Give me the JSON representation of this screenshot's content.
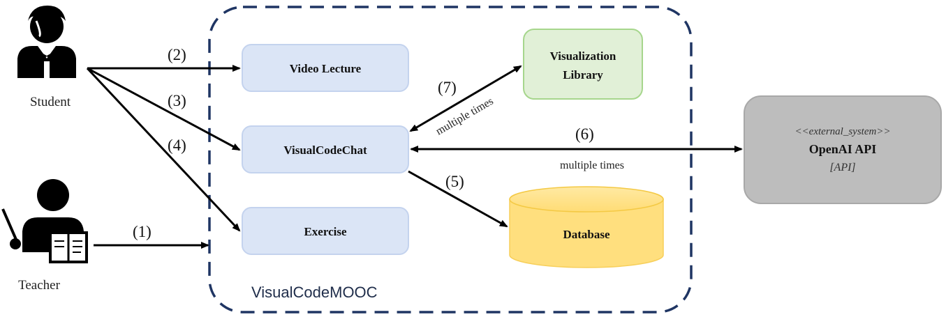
{
  "actors": {
    "student": {
      "label": "Student",
      "icon": "student-icon"
    },
    "teacher": {
      "label": "Teacher",
      "icon": "teacher-icon"
    }
  },
  "system": {
    "label": "VisualCodeMOOC",
    "border_color": "#1f3563"
  },
  "components": {
    "video_lecture": {
      "label": "Video Lecture",
      "color": "#dbe5f6"
    },
    "visualcodechat": {
      "label": "VisualCodeChat",
      "color": "#dbe5f6"
    },
    "exercise": {
      "label": "Exercise",
      "color": "#dbe5f6"
    },
    "visualization_library": {
      "line1": "Visualization",
      "line2": "Library",
      "color": "#e1f0d7"
    },
    "database": {
      "label": "Database",
      "color": "#ffe083"
    }
  },
  "external": {
    "stereotype": "<<external_system>>",
    "name": "OpenAI API",
    "type": "[API]",
    "color": "#bdbdbd"
  },
  "steps": {
    "s1": "(1)",
    "s2": "(2)",
    "s3": "(3)",
    "s4": "(4)",
    "s5": "(5)",
    "s6": "(6)",
    "s7": "(7)"
  },
  "notes": {
    "multiple_times_7": "multiple times",
    "multiple_times_6": "multiple times"
  }
}
